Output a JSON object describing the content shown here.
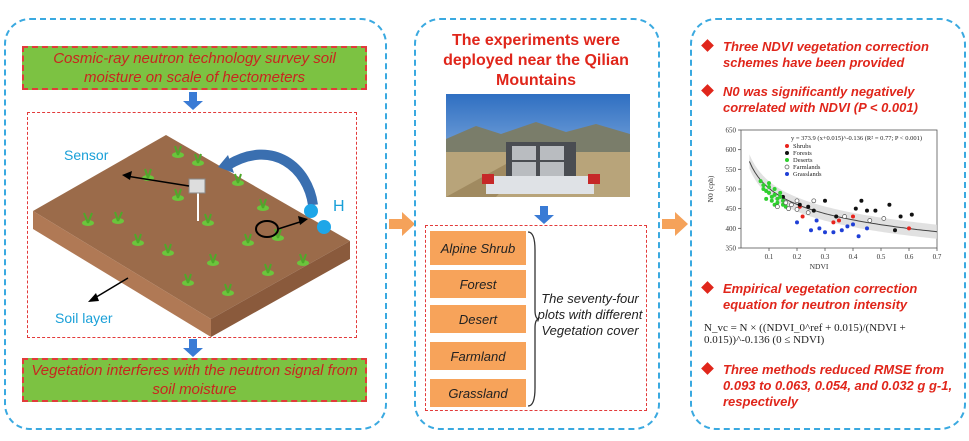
{
  "left_panel": {
    "top_box": "Cosmic-ray neutron technology survey soil moisture on scale of hectometers",
    "sensor_label": "Sensor",
    "h_label": "H",
    "soil_label": "Soil layer",
    "bottom_box": "Vegetation interferes with the neutron signal from soil moisture"
  },
  "middle_panel": {
    "title": "The experiments were deployed near the Qilian Mountains",
    "vegetation_types": [
      "Alpine Shrub",
      "Forest",
      "Desert",
      "Farmland",
      "Grassland"
    ],
    "plots_note": "The seventy-four plots with different Vegetation cover"
  },
  "right_panel": {
    "bullets": [
      "Three NDVI vegetation correction schemes have been provided",
      "N0 was significantly negatively correlated with NDVI (P < 0.001)",
      "Empirical vegetation correction equation for neutron intensity",
      "Three methods reduced RMSE from 0.093 to 0.063, 0.054, and 0.032 g g-1, respectively"
    ],
    "equation": "N_vc = N × ((NDVI_0^ref + 0.015)/(NDVI + 0.015))^-0.136  (0 ≤ NDVI)"
  },
  "chart_data": {
    "type": "scatter",
    "title": "",
    "fit_label": "y = 373.9 (x+0.015)^-0.136 (R² = 0.77; P < 0.001)",
    "xlabel": "NDVI",
    "ylabel": "N0 (cph)",
    "xlim": [
      0.0,
      0.7
    ],
    "ylim": [
      350,
      650
    ],
    "xticks": [
      "0.1",
      "0.2",
      "0.3",
      "0.4",
      "0.5",
      "0.6",
      "0.7"
    ],
    "yticks": [
      "350",
      "400",
      "450",
      "500",
      "550",
      "600",
      "650"
    ],
    "series": [
      {
        "name": "Shrubs",
        "color": "#e8231c",
        "points": [
          [
            0.22,
            430
          ],
          [
            0.33,
            415
          ],
          [
            0.35,
            420
          ],
          [
            0.6,
            400
          ],
          [
            0.21,
            455
          ],
          [
            0.4,
            430
          ]
        ]
      },
      {
        "name": "Forests",
        "color": "#111111",
        "points": [
          [
            0.15,
            480
          ],
          [
            0.21,
            460
          ],
          [
            0.24,
            455
          ],
          [
            0.26,
            445
          ],
          [
            0.3,
            470
          ],
          [
            0.34,
            430
          ],
          [
            0.41,
            450
          ],
          [
            0.45,
            445
          ],
          [
            0.48,
            445
          ],
          [
            0.53,
            460
          ],
          [
            0.57,
            430
          ],
          [
            0.61,
            435
          ],
          [
            0.55,
            395
          ],
          [
            0.43,
            470
          ]
        ]
      },
      {
        "name": "Deserts",
        "color": "#2fcf2f",
        "points": [
          [
            0.07,
            520
          ],
          [
            0.08,
            510
          ],
          [
            0.08,
            500
          ],
          [
            0.09,
            495
          ],
          [
            0.1,
            505
          ],
          [
            0.1,
            490
          ],
          [
            0.11,
            480
          ],
          [
            0.11,
            470
          ],
          [
            0.12,
            500
          ],
          [
            0.12,
            485
          ],
          [
            0.13,
            475
          ],
          [
            0.13,
            465
          ],
          [
            0.14,
            480
          ],
          [
            0.15,
            470
          ],
          [
            0.15,
            460
          ],
          [
            0.16,
            455
          ],
          [
            0.09,
            475
          ],
          [
            0.1,
            515
          ],
          [
            0.12,
            460
          ],
          [
            0.14,
            490
          ]
        ]
      },
      {
        "name": "Farmlands",
        "color": "#ffffff",
        "points": [
          [
            0.13,
            455
          ],
          [
            0.16,
            465
          ],
          [
            0.18,
            460
          ],
          [
            0.2,
            448
          ],
          [
            0.24,
            440
          ],
          [
            0.26,
            470
          ],
          [
            0.37,
            430
          ],
          [
            0.46,
            420
          ],
          [
            0.51,
            425
          ],
          [
            0.17,
            450
          ],
          [
            0.2,
            470
          ]
        ]
      },
      {
        "name": "Grasslands",
        "color": "#1f3fd6",
        "points": [
          [
            0.2,
            415
          ],
          [
            0.25,
            395
          ],
          [
            0.28,
            400
          ],
          [
            0.3,
            390
          ],
          [
            0.33,
            390
          ],
          [
            0.36,
            395
          ],
          [
            0.38,
            405
          ],
          [
            0.4,
            410
          ],
          [
            0.42,
            380
          ],
          [
            0.27,
            420
          ],
          [
            0.45,
            400
          ]
        ]
      }
    ],
    "legend_position": "top-left"
  }
}
